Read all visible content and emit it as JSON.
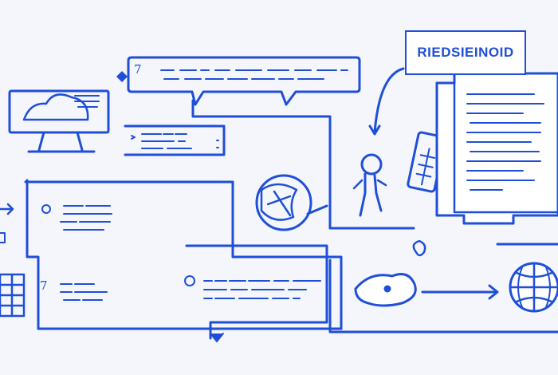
{
  "header_label": "RIEDSIEINOID",
  "numerals": {
    "top_callout": "7",
    "bottom_left": "7"
  },
  "colors": {
    "ink": "#1f4fd8",
    "background": "#f4f6fb",
    "paper": "#ffffff"
  },
  "icons": [
    "monitor-icon",
    "document-icon",
    "person-icon",
    "phone-icon",
    "globe-icon",
    "wrench-icon",
    "hand-icon",
    "grid-icon"
  ]
}
